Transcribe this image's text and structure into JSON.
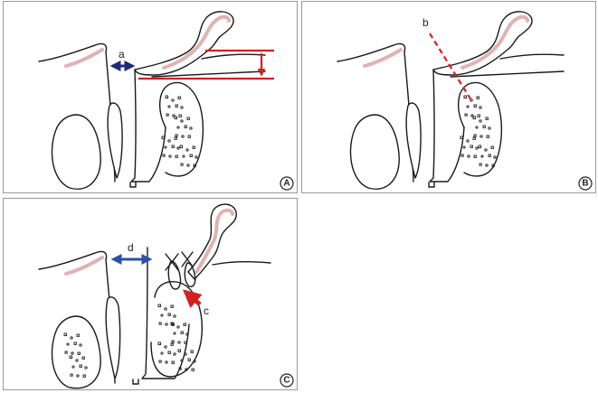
{
  "panels": [
    {
      "id": "A",
      "badge": "A",
      "annotations": [
        "a"
      ]
    },
    {
      "id": "B",
      "badge": "B",
      "annotations": [
        "b"
      ]
    },
    {
      "id": "C",
      "badge": "C",
      "annotations": [
        "d",
        "c"
      ]
    }
  ],
  "colors": {
    "navy_arrow": "#1f2a78",
    "blue_arrow": "#2f4fa8",
    "red": "#d42020",
    "mucosa": "#d9a6a6",
    "line": "#1a1a1a"
  }
}
